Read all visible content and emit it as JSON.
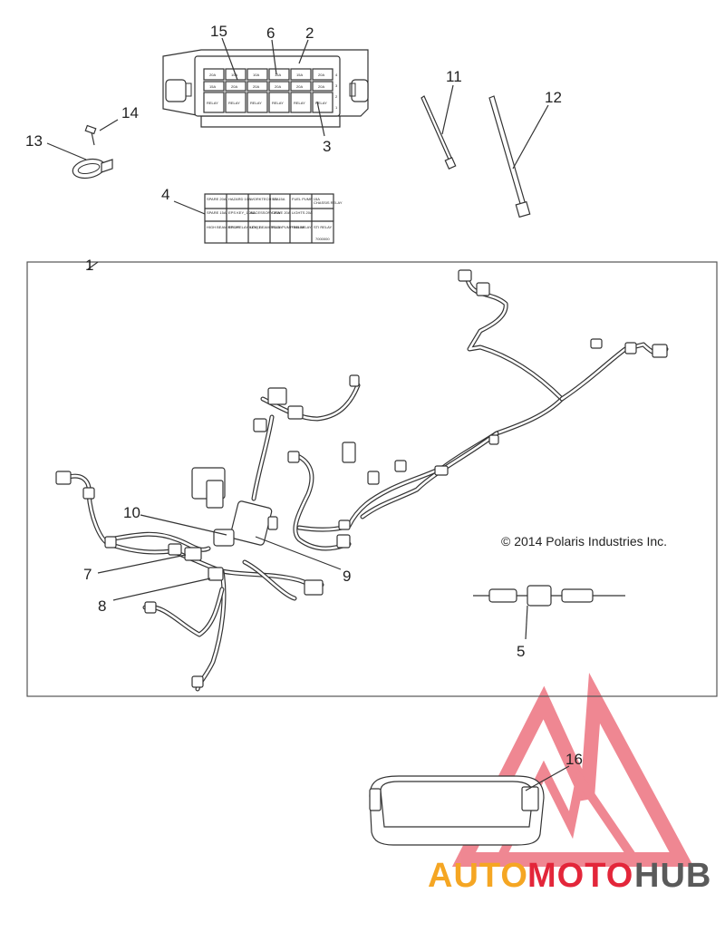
{
  "callouts": {
    "c1": "1",
    "c2": "2",
    "c3": "3",
    "c4": "4",
    "c5": "5",
    "c6": "6",
    "c7": "7",
    "c8": "8",
    "c9": "9",
    "c10": "10",
    "c11": "11",
    "c12": "12",
    "c13": "13",
    "c14": "14",
    "c15": "15",
    "c16": "16"
  },
  "copyright": "© 2014 Polaris Industries Inc.",
  "fuse_box": {
    "row_numbers": [
      "4",
      "3",
      "2",
      "1"
    ],
    "top_labels": [
      "20A",
      "10A",
      "10A",
      "15A",
      "15A",
      "20A"
    ],
    "mid_labels": [
      "15A",
      "20A",
      "20A",
      "20A",
      "20A",
      "20A"
    ],
    "relay_label": "RELAY"
  },
  "fuse_label": {
    "row1": [
      "SPARE 20A",
      "HAZARD 10A",
      "WORKTECH 10A",
      "STI 15A",
      "FUEL PUMP 15A",
      "CHASSIS RELAY"
    ],
    "row2": [
      "SPARE 15A",
      "EPS KEY_1 20A",
      "ACCESSORY 20A",
      "DRIVE 20A",
      "LIGHTS 20A",
      ""
    ],
    "row3": [
      "HIGH BEAM RELAY",
      "EPS RELAY KEY_1",
      "LOW BEAM RELAY",
      "FUEL PUMP RELAY",
      "FAN RELAY",
      "STI RELAY"
    ],
    "part_no": "7000000"
  },
  "watermark": {
    "part1": "AUTO",
    "part2": "MOTO",
    "part3": "HUB",
    "color_orange": "#f5a623",
    "color_red": "#e3263a",
    "color_gray": "#5a5a5a"
  }
}
